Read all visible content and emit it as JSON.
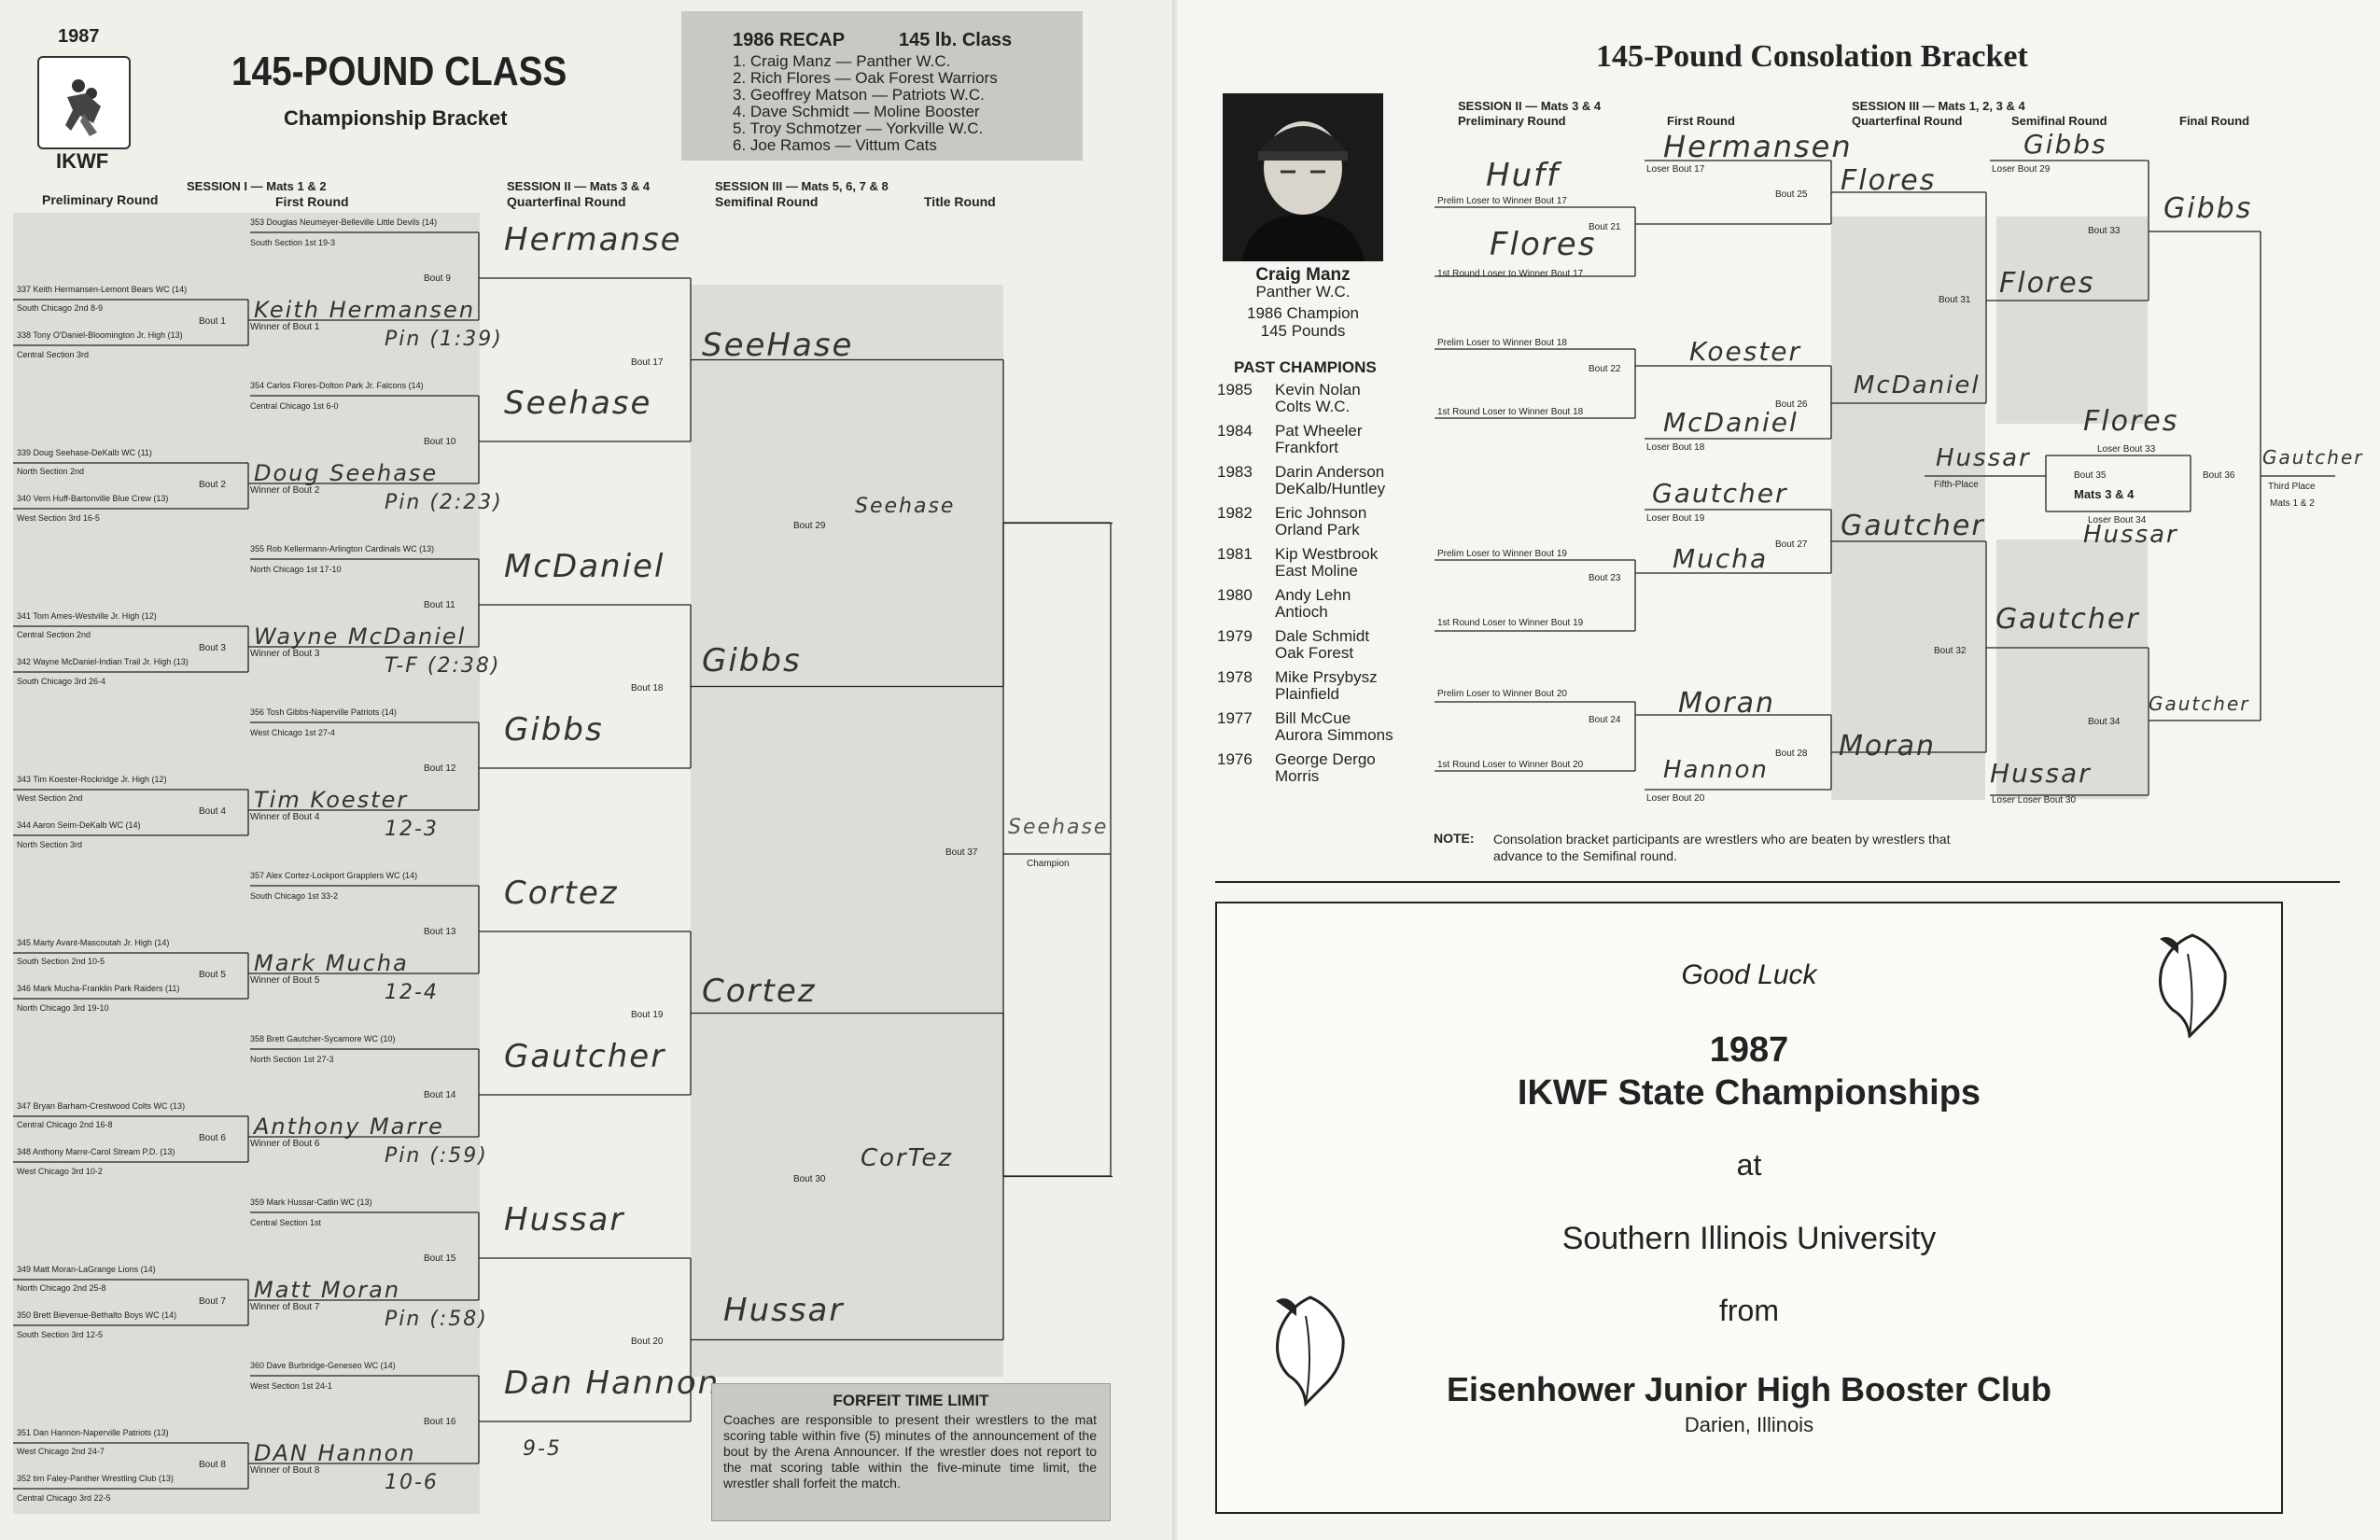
{
  "left": {
    "year": "1987",
    "org": "IKWF",
    "title": "145-POUND CLASS",
    "subtitle": "Championship Bracket",
    "recap": {
      "heading": "1986 RECAP",
      "class": "145 lb. Class",
      "lines": [
        "1. Craig Manz — Panther W.C.",
        "2. Rich Flores — Oak Forest Warriors",
        "3. Geoffrey Matson — Patriots W.C.",
        "4. Dave Schmidt — Moline Booster",
        "5. Troy Schmotzer — Yorkville W.C.",
        "6. Joe Ramos — Vittum Cats"
      ]
    },
    "headers": {
      "prelim": "Preliminary Round",
      "s1": "SESSION I — Mats 1 & 2",
      "first": "First Round",
      "s2": "SESSION II — Mats 3 & 4",
      "qf": "Quarterfinal Round",
      "s3": "SESSION III — Mats 5, 6, 7 & 8",
      "sf": "Semifinal Round",
      "title": "Title Round"
    },
    "groups": [
      {
        "top": "353 Douglas Neumeyer-Belleville Little Devils (14)",
        "top_sub": "South Section 1st   19-3",
        "bout": "Bout 9",
        "a": "337 Keith Hermansen-Lemont Bears WC (14)",
        "a_sub": "South Chicago 2nd   8-9",
        "pbout": "Bout 1",
        "b": "338 Tony O'Daniel-Bloomington Jr. High (13)",
        "b_sub": "Central Section 3rd",
        "winner": "Winner of Bout 1",
        "hw_winner": "Keith Hermansen",
        "hw_score": "Pin (1:39)",
        "hw_qf": "Hermanse"
      },
      {
        "top": "354 Carlos Flores-Dolton Park Jr. Falcons (14)",
        "top_sub": "Central Chicago 1st   6-0",
        "bout": "Bout 10",
        "a": "339 Doug Seehase-DeKalb WC (11)",
        "a_sub": "North Section 2nd",
        "pbout": "Bout 2",
        "b": "340 Vern Huff-Bartonville Blue Crew (13)",
        "b_sub": "West Section 3rd   16-5",
        "winner": "Winner of Bout 2",
        "hw_winner": "Doug Seehase",
        "hw_score": "Pin (2:23)",
        "hw_qf": "Seehase"
      },
      {
        "top": "355 Rob Kellermann-Arlington Cardinals WC (13)",
        "top_sub": "North Chicago 1st   17-10",
        "bout": "Bout 11",
        "a": "341 Tom Ames-Westville Jr. High (12)",
        "a_sub": "Central Section 2nd",
        "pbout": "Bout 3",
        "b": "342 Wayne McDaniel-Indian Trail Jr. High (13)",
        "b_sub": "South Chicago 3rd   26-4",
        "winner": "Winner of Bout 3",
        "hw_winner": "Wayne McDaniel",
        "hw_score": "T-F (2:38)",
        "hw_qf": "McDaniel"
      },
      {
        "top": "356 Tosh Gibbs-Naperville Patriots (14)",
        "top_sub": "West Chicago 1st   27-4",
        "bout": "Bout 12",
        "a": "343 Tim Koester-Rockridge Jr. High (12)",
        "a_sub": "West Section 2nd",
        "pbout": "Bout 4",
        "b": "344 Aaron Seim-DeKalb WC (14)",
        "b_sub": "North Section 3rd",
        "winner": "Winner of Bout 4",
        "hw_winner": "Tim Koester",
        "hw_score": "12-3",
        "hw_qf": "Gibbs"
      },
      {
        "top": "357 Alex Cortez-Lockport Grapplers WC (14)",
        "top_sub": "South Chicago 1st   33-2",
        "bout": "Bout 13",
        "a": "345 Marty Avant-Mascoutah Jr. High (14)",
        "a_sub": "South Section 2nd   10-5",
        "pbout": "Bout 5",
        "b": "346 Mark Mucha-Franklin Park Raiders (11)",
        "b_sub": "North Chicago 3rd   19-10",
        "winner": "Winner of Bout 5",
        "hw_winner": "Mark Mucha",
        "hw_score": "12-4",
        "hw_qf": "Cortez"
      },
      {
        "top": "358 Brett Gautcher-Sycamore WC (10)",
        "top_sub": "North Section 1st   27-3",
        "bout": "Bout 14",
        "a": "347 Bryan Barham-Crestwood Colts WC (13)",
        "a_sub": "Central Chicago 2nd   16-8",
        "pbout": "Bout 6",
        "b": "348 Anthony Marre-Carol Stream P.D. (13)",
        "b_sub": "West Chicago 3rd   10-2",
        "winner": "Winner of Bout 6",
        "hw_winner": "Anthony Marre",
        "hw_score": "Pin (:59)",
        "hw_qf": "Gautcher"
      },
      {
        "top": "359 Mark Hussar-Catlin WC (13)",
        "top_sub": "Central Section 1st",
        "bout": "Bout 15",
        "a": "349 Matt Moran-LaGrange Lions (14)",
        "a_sub": "North Chicago 2nd   25-8",
        "pbout": "Bout 7",
        "b": "350 Brett Bievenue-Bethalto Boys WC (14)",
        "b_sub": "South Section 3rd   12-5",
        "winner": "Winner of Bout 7",
        "hw_winner": "Matt Moran",
        "hw_score": "Pin (:58)",
        "hw_qf": "Hussar"
      },
      {
        "top": "360 Dave Burbridge-Geneseo WC (14)",
        "top_sub": "West Section 1st   24-1",
        "bout": "Bout 16",
        "a": "351 Dan Hannon-Naperville Patriots (13)",
        "a_sub": "West Chicago 2nd   24-7",
        "pbout": "Bout 8",
        "b": "352 tim Faley-Panther Wrestling Club (13)",
        "b_sub": "Central Chicago 3rd   22-5",
        "winner": "Winner of Bout 8",
        "hw_winner": "DAN Hannon",
        "hw_score": "10-6",
        "hw_qf": "Dan Hannon"
      }
    ],
    "qf_bouts": [
      "Bout 17",
      "Bout 18",
      "Bout 19",
      "Bout 20"
    ],
    "sf_bouts": [
      "Bout 29",
      "Bout 30"
    ],
    "final_bout": "Bout 37",
    "champion_label": "Champion",
    "hw_sf": [
      "SeeHase",
      "Gibbs",
      "Cortez",
      "Hussar"
    ],
    "hw_sf_score": [
      "9-5"
    ],
    "hw_final": [
      "Seehase",
      "CorTez"
    ],
    "hw_champion": "Seehase",
    "forfeit": {
      "title": "FORFEIT TIME LIMIT",
      "text": "Coaches are responsible to present their wrestlers to the mat scoring table within five (5) minutes of the announcement of the bout by the Arena Announcer. If the wrestler does not report to the mat scoring table within the five-minute time limit, the wrestler shall forfeit the match."
    }
  },
  "right": {
    "title": "145-Pound Consolation Bracket",
    "headers": {
      "s2": "SESSION II — Mats 3 & 4",
      "prelim": "Preliminary Round",
      "first": "First Round",
      "s3": "SESSION III — Mats 1, 2, 3 & 4",
      "qf": "Quarterfinal Round",
      "sf": "Semifinal Round",
      "final": "Final Round"
    },
    "photo_caption": {
      "name": "Craig Manz",
      "club": "Panther W.C.",
      "line1": "1986 Champion",
      "line2": "145 Pounds"
    },
    "past_heading": "PAST CHAMPIONS",
    "past": [
      {
        "year": "1985",
        "name": "Kevin Nolan",
        "club": "Colts W.C."
      },
      {
        "year": "1984",
        "name": "Pat Wheeler",
        "club": "Frankfort"
      },
      {
        "year": "1983",
        "name": "Darin Anderson",
        "club": "DeKalb/Huntley"
      },
      {
        "year": "1982",
        "name": "Eric Johnson",
        "club": "Orland Park"
      },
      {
        "year": "1981",
        "name": "Kip Westbrook",
        "club": "East Moline"
      },
      {
        "year": "1980",
        "name": "Andy Lehn",
        "club": "Antioch"
      },
      {
        "year": "1979",
        "name": "Dale Schmidt",
        "club": "Oak Forest"
      },
      {
        "year": "1978",
        "name": "Mike Prsybysz",
        "club": "Plainfield"
      },
      {
        "year": "1977",
        "name": "Bill McCue",
        "club": "Aurora Simmons"
      },
      {
        "year": "1976",
        "name": "George Dergo",
        "club": "Morris"
      }
    ],
    "cons": {
      "prelim17": "Prelim Loser to Winner Bout 17",
      "b21": "Bout 21",
      "first17": "1st Round Loser to Winner Bout 17",
      "loser17": "Loser Bout 17",
      "b25": "Bout 25",
      "prelim18": "Prelim Loser to Winner Bout 18",
      "b22": "Bout 22",
      "first18": "1st Round Loser to Winner Bout 18",
      "loser18": "Loser Bout 18",
      "b26": "Bout 26",
      "b31": "Bout 31",
      "loser29": "Loser Bout 29",
      "b33": "Bout 33",
      "loser19": "Loser Bout 19",
      "b27": "Bout 27",
      "prelim19": "Prelim Loser to Winner Bout 19",
      "b23": "Bout 23",
      "first19": "1st Round Loser to Winner Bout 19",
      "b32": "Bout 32",
      "prelim20": "Prelim Loser to Winner Bout 20",
      "b24": "Bout 24",
      "first20": "1st Round Loser to Winner Bout 20",
      "b28": "Bout 28",
      "loser20": "Loser Bout 20",
      "b34": "Bout 34",
      "loser30": "Loser Loser Bout 30",
      "fifth": "Fifth-Place",
      "loser33": "Loser Bout 33",
      "b35": "Bout 35",
      "mats34": "Mats 3 & 4",
      "loser34": "Loser Bout 34",
      "b36": "Bout 36",
      "third": "Third Place",
      "mats12": "Mats 1 & 2"
    },
    "hw": {
      "huff": "Huff",
      "flores1": "Flores",
      "hermansen": "Hermansen",
      "flores2": "Flores",
      "gibbs_top": "Gibbs",
      "gibbs_final": "Gibbs",
      "flores3": "Flores",
      "koester": "Koester",
      "mcdaniel1": "McDaniel",
      "mcdaniel2": "McDaniel",
      "flores_fifth": "Flores",
      "hussar_fifth": "Hussar",
      "hussar_below": "Hussar",
      "gautcher1": "Gautcher",
      "gautcher2": "Gautcher",
      "gautcher3": "Gautcher",
      "mucha": "Mucha",
      "gautcher_third": "Gautcher",
      "gautcher_winner": "Gautcher",
      "moran1": "Moran",
      "hannon": "Hannon",
      "moran2": "Moran",
      "hussar_sf": "Hussar"
    },
    "note_label": "NOTE:",
    "note": "Consolation bracket participants are wrestlers who are beaten by wrestlers that advance to the Semifinal round.",
    "ad": {
      "good_luck": "Good Luck",
      "year": "1987",
      "event": "IKWF State Championships",
      "at": "at",
      "venue": "Southern Illinois University",
      "from": "from",
      "sponsor": "Eisenhower Junior High Booster Club",
      "city": "Darien, Illinois"
    }
  }
}
